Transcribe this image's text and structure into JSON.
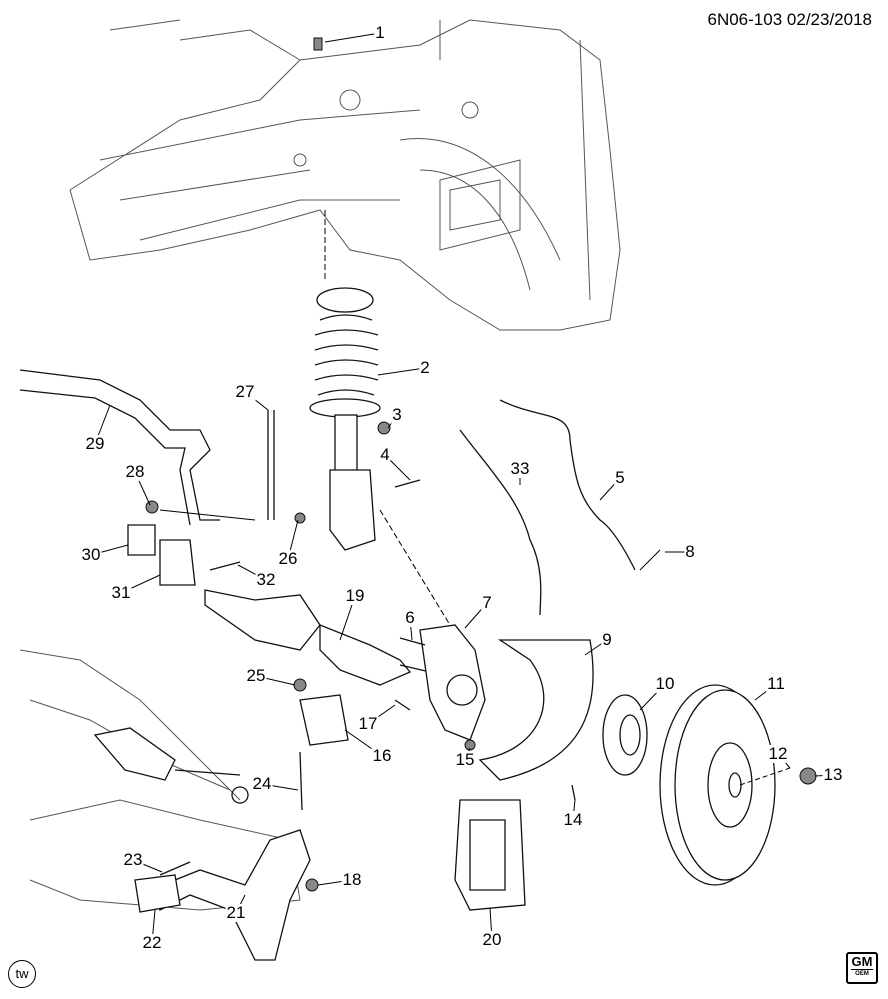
{
  "header": {
    "code": "6N06-103",
    "date": "02/23/2018"
  },
  "callouts": [
    "1",
    "2",
    "3",
    "4",
    "5",
    "6",
    "7",
    "8",
    "9",
    "10",
    "11",
    "12",
    "13",
    "14",
    "15",
    "16",
    "17",
    "18",
    "19",
    "20",
    "21",
    "22",
    "23",
    "24",
    "25",
    "26",
    "27",
    "28",
    "29",
    "30",
    "31",
    "32",
    "33"
  ],
  "footer": {
    "left_mark": "tw",
    "logo": "GM"
  }
}
